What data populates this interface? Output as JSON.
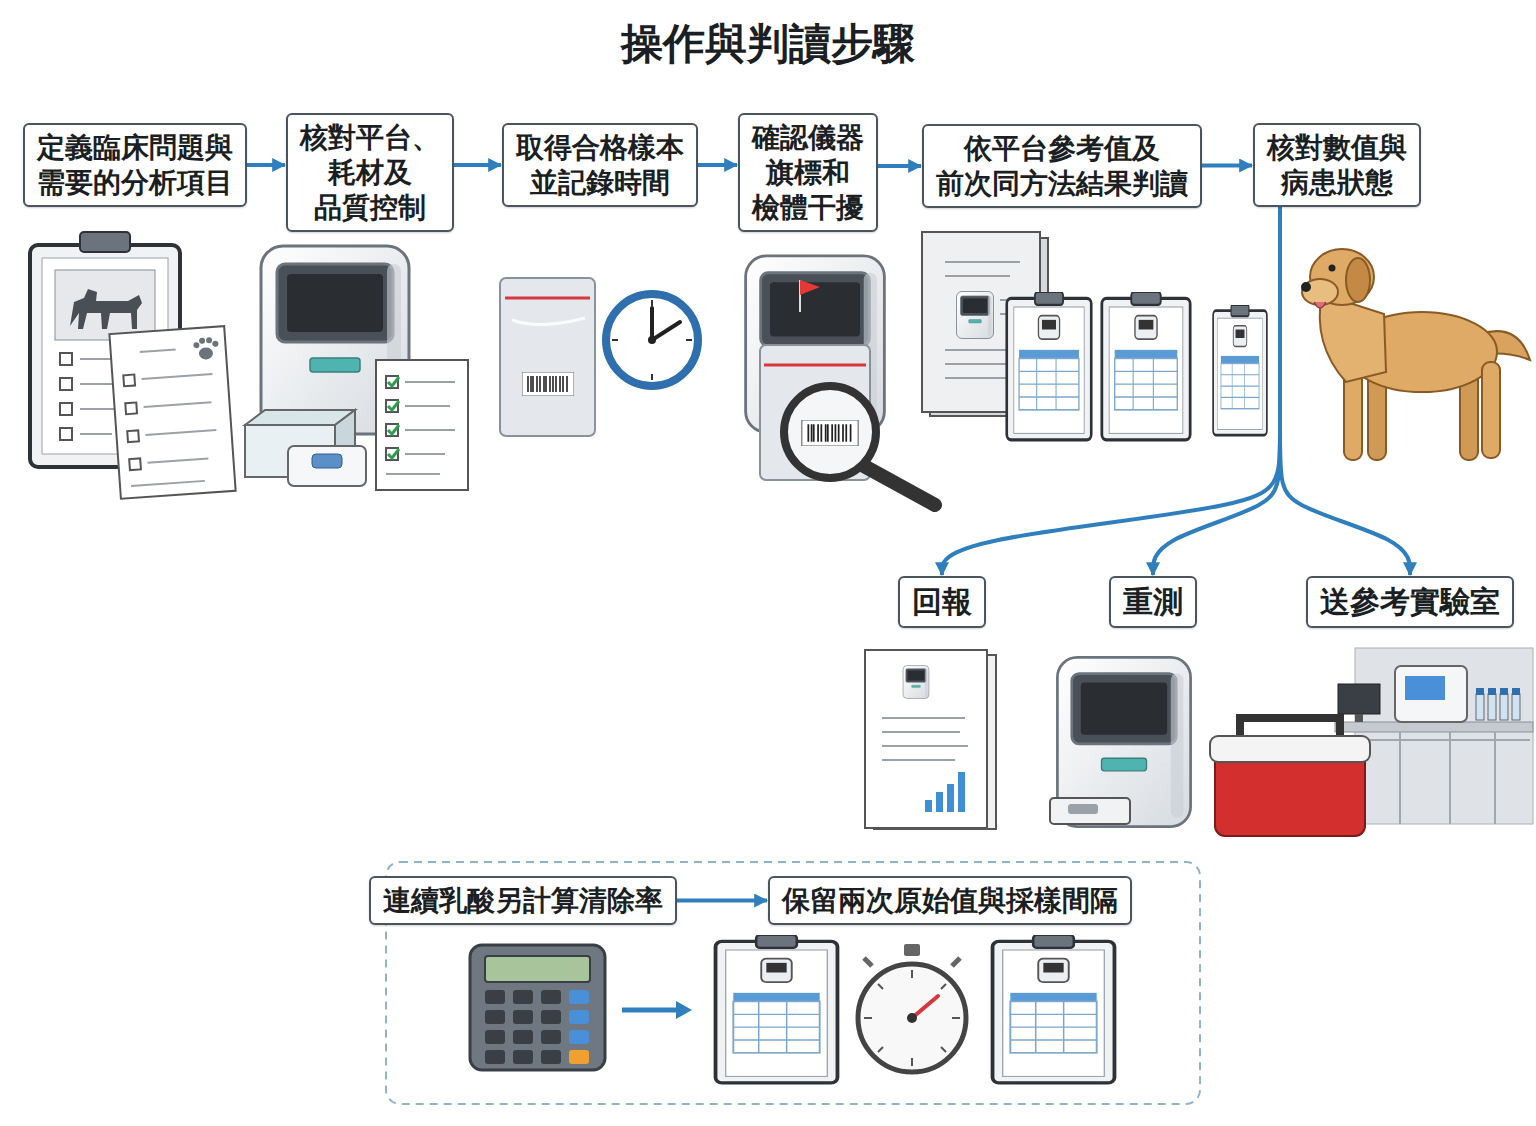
{
  "diagram": {
    "title": "操作與判讀步驟",
    "nodes": [
      {
        "text": [
          "定義臨床問題與 需要的分析項目"
        ]
      },
      {
        "text": [
          "核對平台、 耗材及 品質控制"
        ]
      },
      {
        "text": [
          "取得合格樣本 並記錄時間"
        ]
      },
      {
        "text": [
          "確認儀器 旗標和 檢體干擾"
        ]
      },
      {
        "text": [
          "依平台參考值及 前次同方法結果判讀"
        ]
      },
      {
        "text": [
          "核對數值與 病患狀態"
        ]
      },
      {
        "text": [
          "回報"
        ]
      },
      {
        "text": [
          "重測"
        ]
      },
      {
        "text": [
          "送參考實驗室"
        ]
      },
      {
        "text": [
          "連續乳酸另計算清除率"
        ]
      },
      {
        "text": [
          "保留兩次原始值與採樣間隔"
        ]
      }
    ],
    "edges": [
      {
        "from": 0,
        "to": 1,
        "arrow": "to"
      },
      {
        "from": 1,
        "to": 2,
        "arrow": "to"
      },
      {
        "from": 2,
        "to": 3,
        "arrow": "to"
      },
      {
        "from": 3,
        "to": 4,
        "arrow": "to"
      },
      {
        "from": 4,
        "to": 5,
        "arrow": "to"
      },
      {
        "from": 5,
        "to": 6,
        "arrow": "to"
      },
      {
        "from": 5,
        "to": 7,
        "arrow": "to"
      },
      {
        "from": 5,
        "to": 8,
        "arrow": "to"
      },
      {
        "from": 9,
        "to": 10,
        "arrow": "to"
      }
    ]
  }
}
